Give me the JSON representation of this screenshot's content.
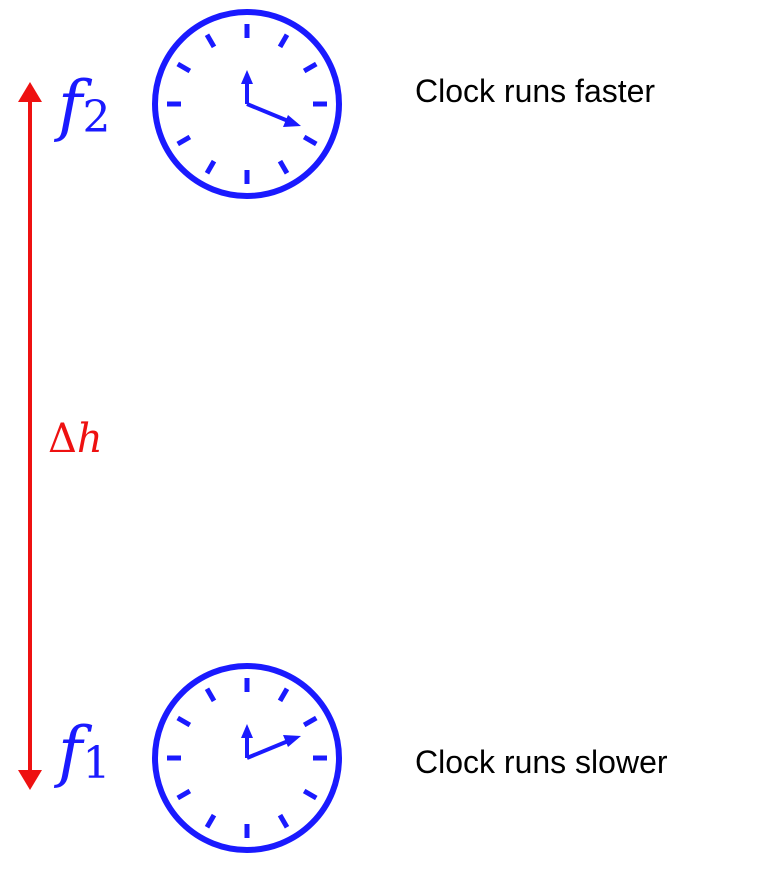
{
  "colors": {
    "clock": "#1a1aff",
    "arrow": "#ee1111",
    "text": "#000000"
  },
  "top_clock": {
    "label_main": "f",
    "label_sub": "2",
    "caption": "Clock runs faster",
    "icon": "clock-icon"
  },
  "bottom_clock": {
    "label_main": "f",
    "label_sub": "1",
    "caption": "Clock runs slower",
    "icon": "clock-icon"
  },
  "height_arrow": {
    "label_delta": "Δ",
    "label_var": "h"
  }
}
